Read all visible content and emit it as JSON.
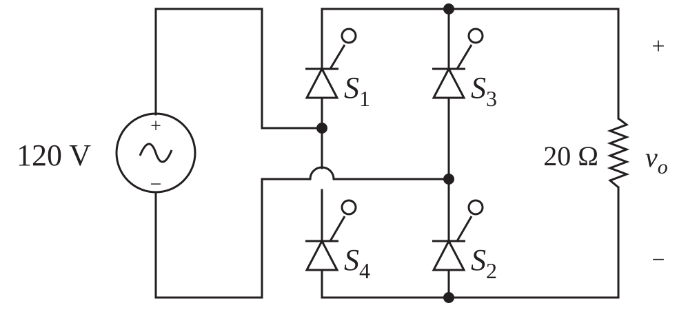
{
  "source": {
    "voltage_label": "120 V",
    "plus": "+",
    "minus": "−"
  },
  "switches": [
    {
      "letter": "S",
      "sub": "1"
    },
    {
      "letter": "S",
      "sub": "3"
    },
    {
      "letter": "S",
      "sub": "4"
    },
    {
      "letter": "S",
      "sub": "2"
    }
  ],
  "load": {
    "resistance_label": "20 Ω",
    "voltage_symbol": "v",
    "voltage_sub": "o",
    "plus": "+",
    "minus": "−"
  },
  "colors": {
    "ink": "#231f20",
    "background": "#ffffff"
  }
}
